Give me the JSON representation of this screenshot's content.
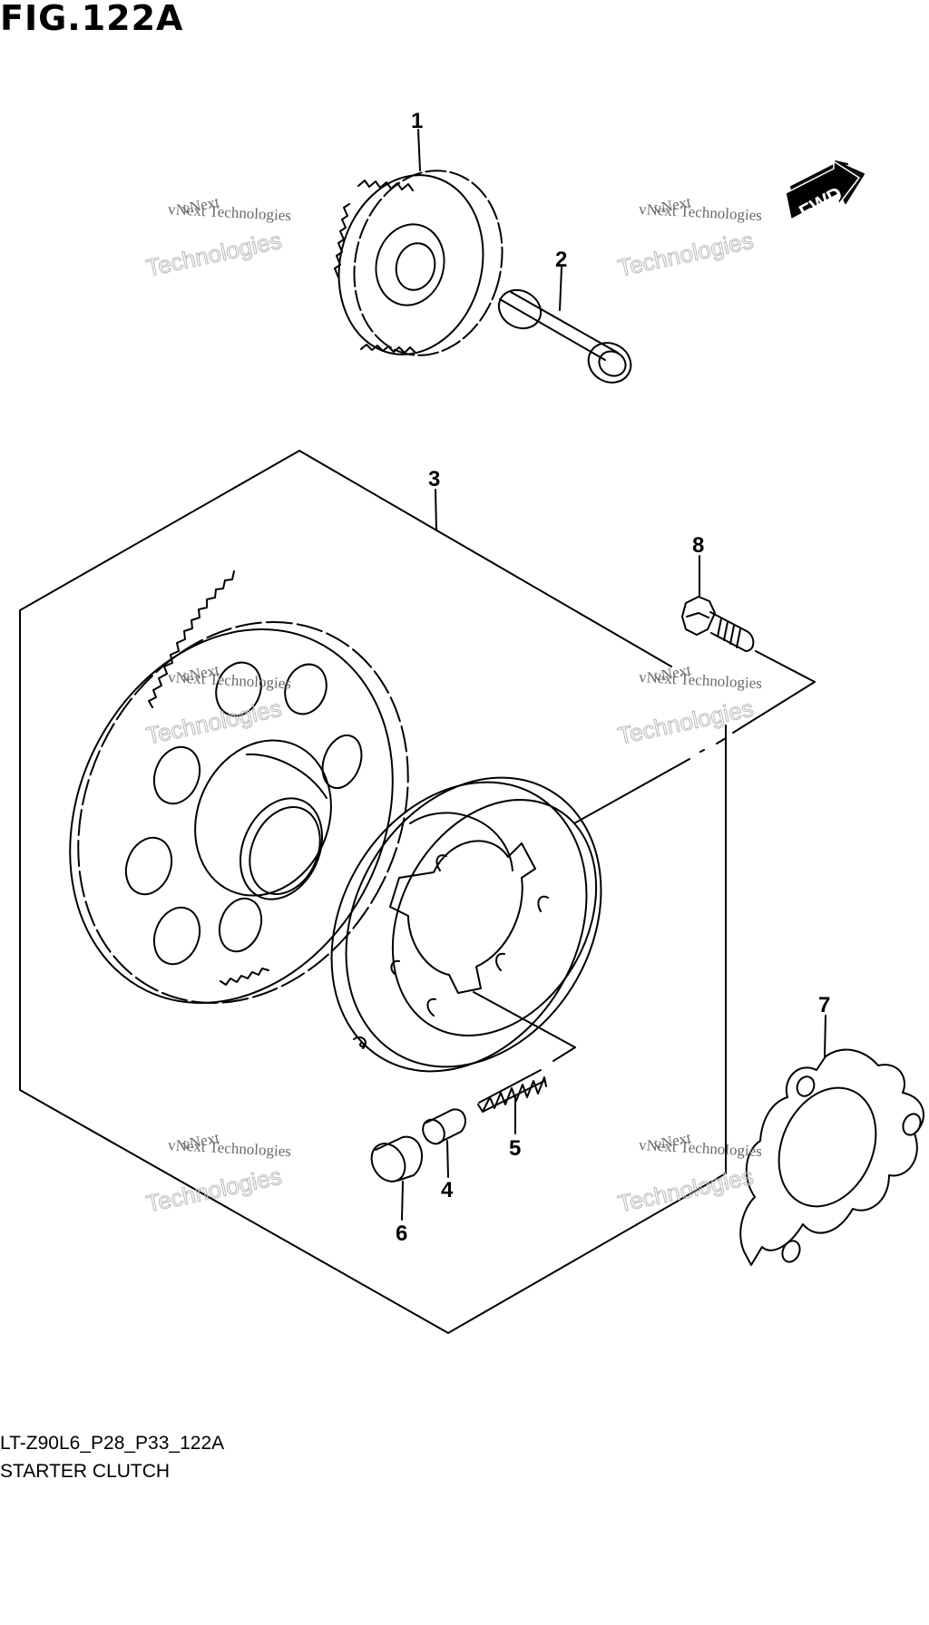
{
  "figure": {
    "title": "FIG.122A",
    "drawing_code": "LT-Z90L6_P28_P33_122A",
    "drawing_name": "STARTER CLUTCH"
  },
  "fwd_label": "FWD",
  "watermark": {
    "line1": "vNext",
    "line2": "vNext Technologies",
    "line3": "Technologies"
  },
  "callouts": [
    "1",
    "2",
    "3",
    "4",
    "5",
    "6",
    "7",
    "8"
  ]
}
